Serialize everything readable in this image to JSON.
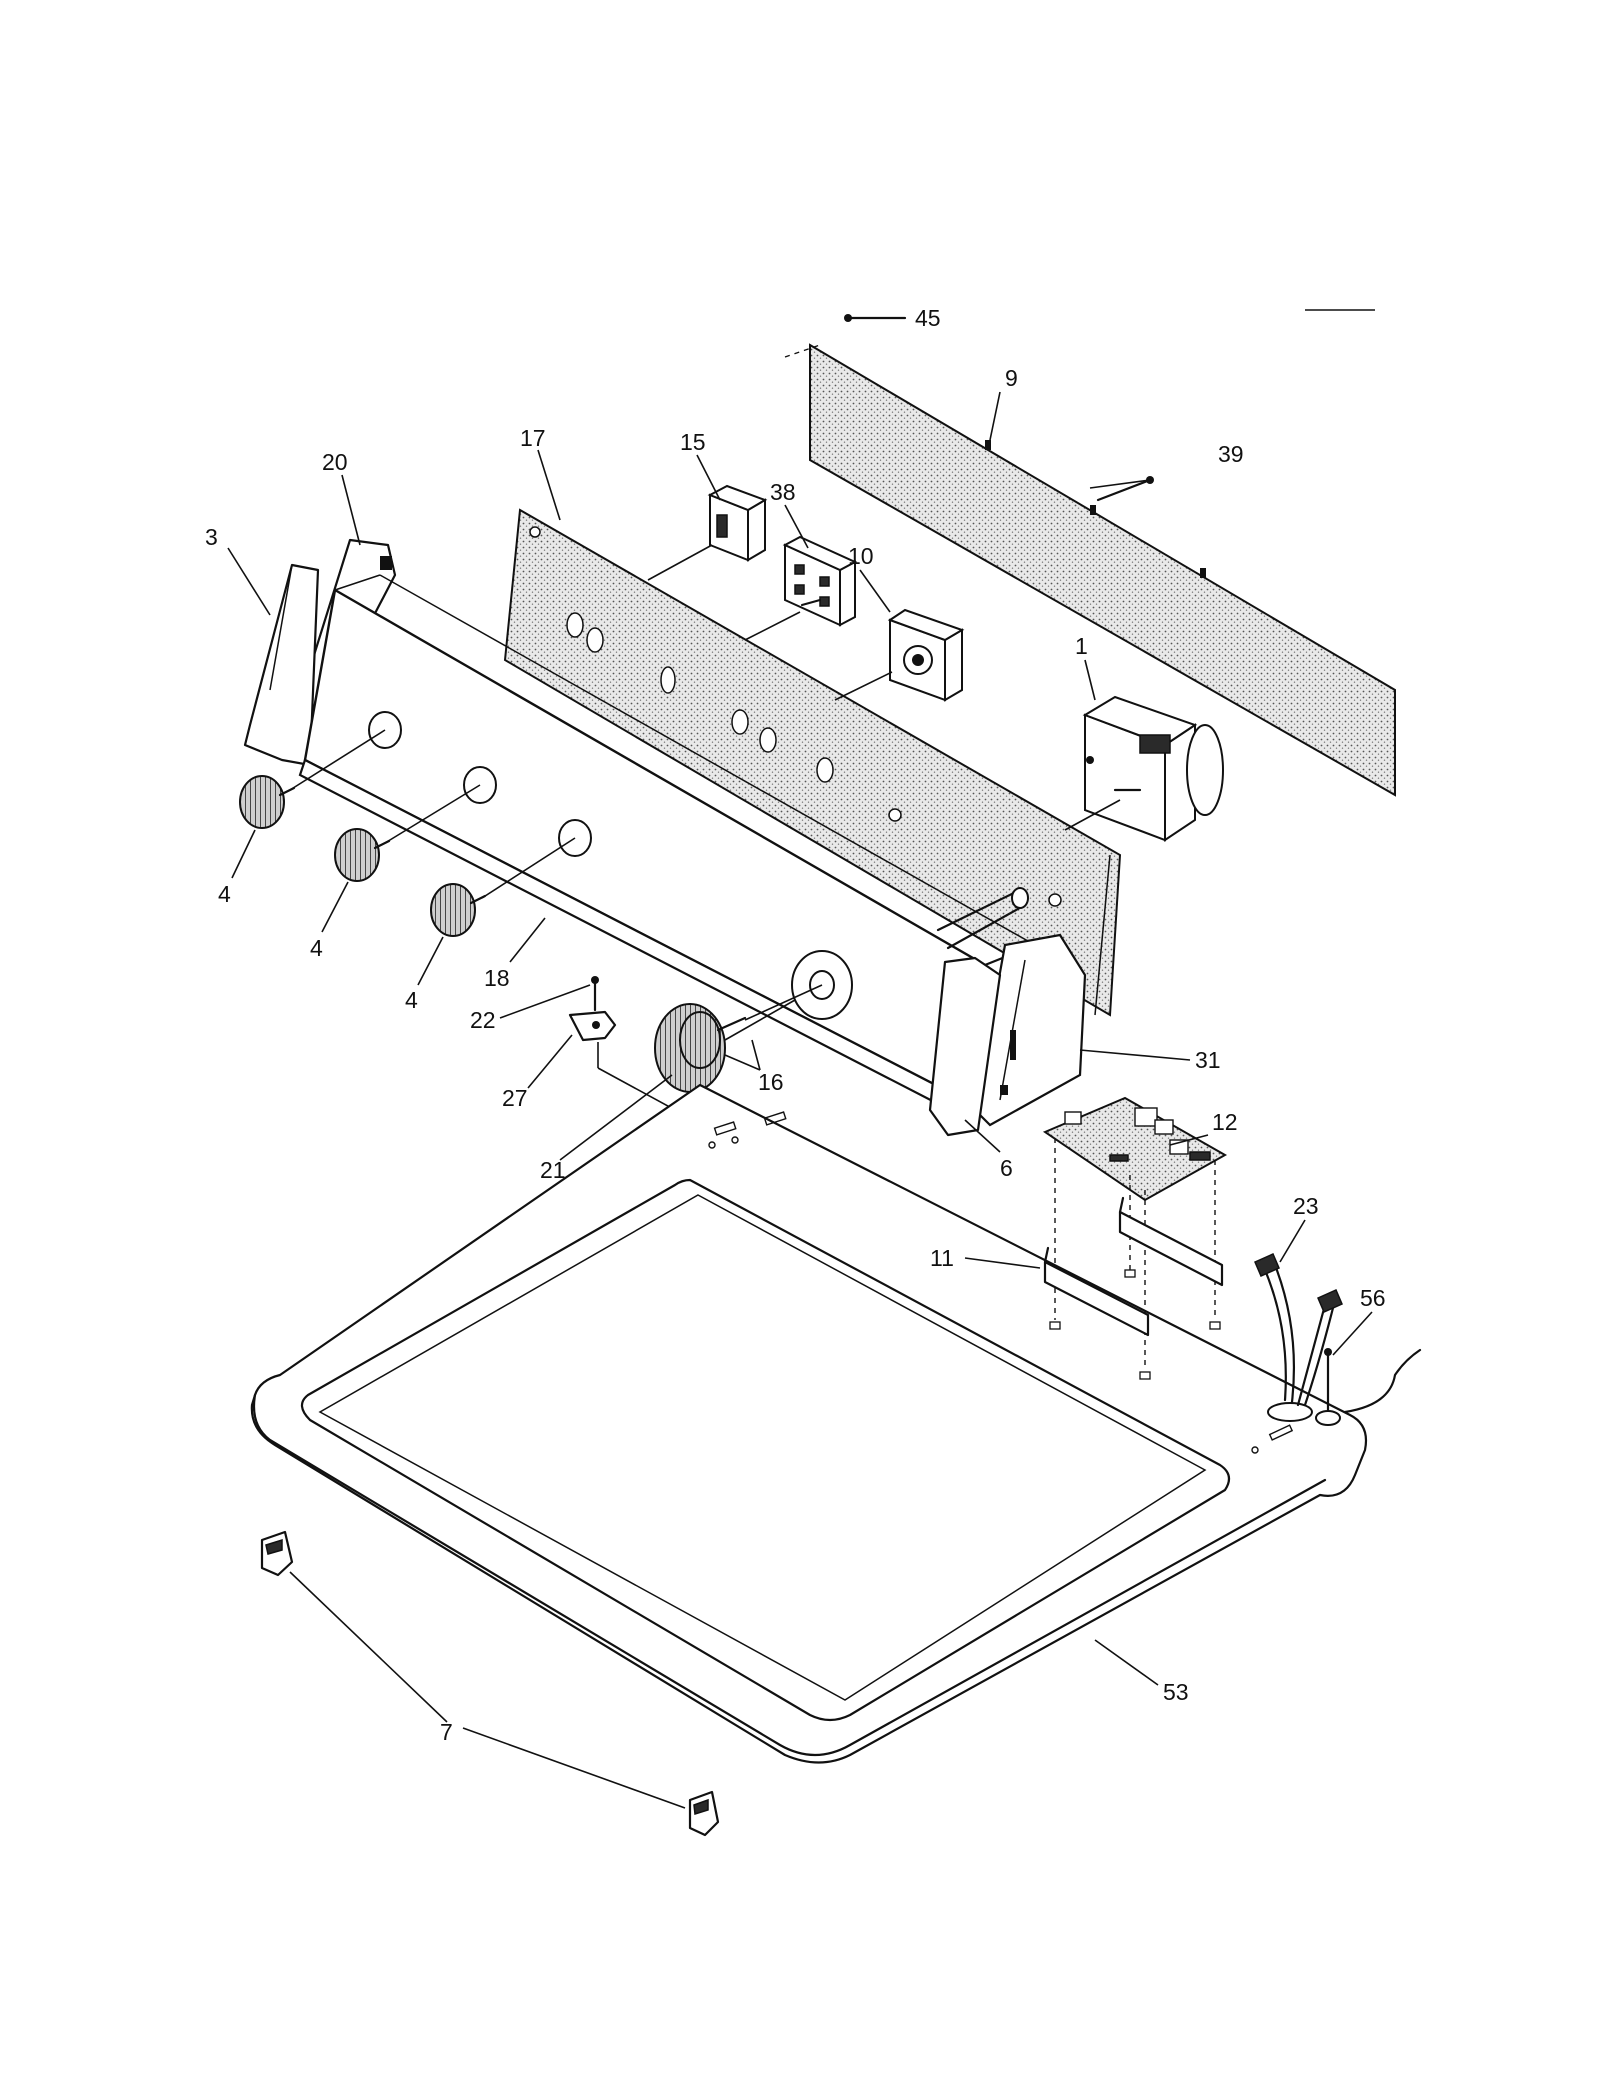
{
  "callouts": [
    {
      "id": "c45",
      "label": "45"
    },
    {
      "id": "c9",
      "label": "9"
    },
    {
      "id": "c39",
      "label": "39"
    },
    {
      "id": "c17",
      "label": "17"
    },
    {
      "id": "c15",
      "label": "15"
    },
    {
      "id": "c38",
      "label": "38"
    },
    {
      "id": "c10",
      "label": "10"
    },
    {
      "id": "c20",
      "label": "20"
    },
    {
      "id": "c3",
      "label": "3"
    },
    {
      "id": "c1",
      "label": "1"
    },
    {
      "id": "c4a",
      "label": "4"
    },
    {
      "id": "c4b",
      "label": "4"
    },
    {
      "id": "c4c",
      "label": "4"
    },
    {
      "id": "c18",
      "label": "18"
    },
    {
      "id": "c22",
      "label": "22"
    },
    {
      "id": "c27",
      "label": "27"
    },
    {
      "id": "c16",
      "label": "16"
    },
    {
      "id": "c21",
      "label": "21"
    },
    {
      "id": "c31",
      "label": "31"
    },
    {
      "id": "c12",
      "label": "12"
    },
    {
      "id": "c6",
      "label": "6"
    },
    {
      "id": "c23",
      "label": "23"
    },
    {
      "id": "c11",
      "label": "11"
    },
    {
      "id": "c56",
      "label": "56"
    },
    {
      "id": "c53",
      "label": "53"
    },
    {
      "id": "c7",
      "label": "7"
    }
  ]
}
